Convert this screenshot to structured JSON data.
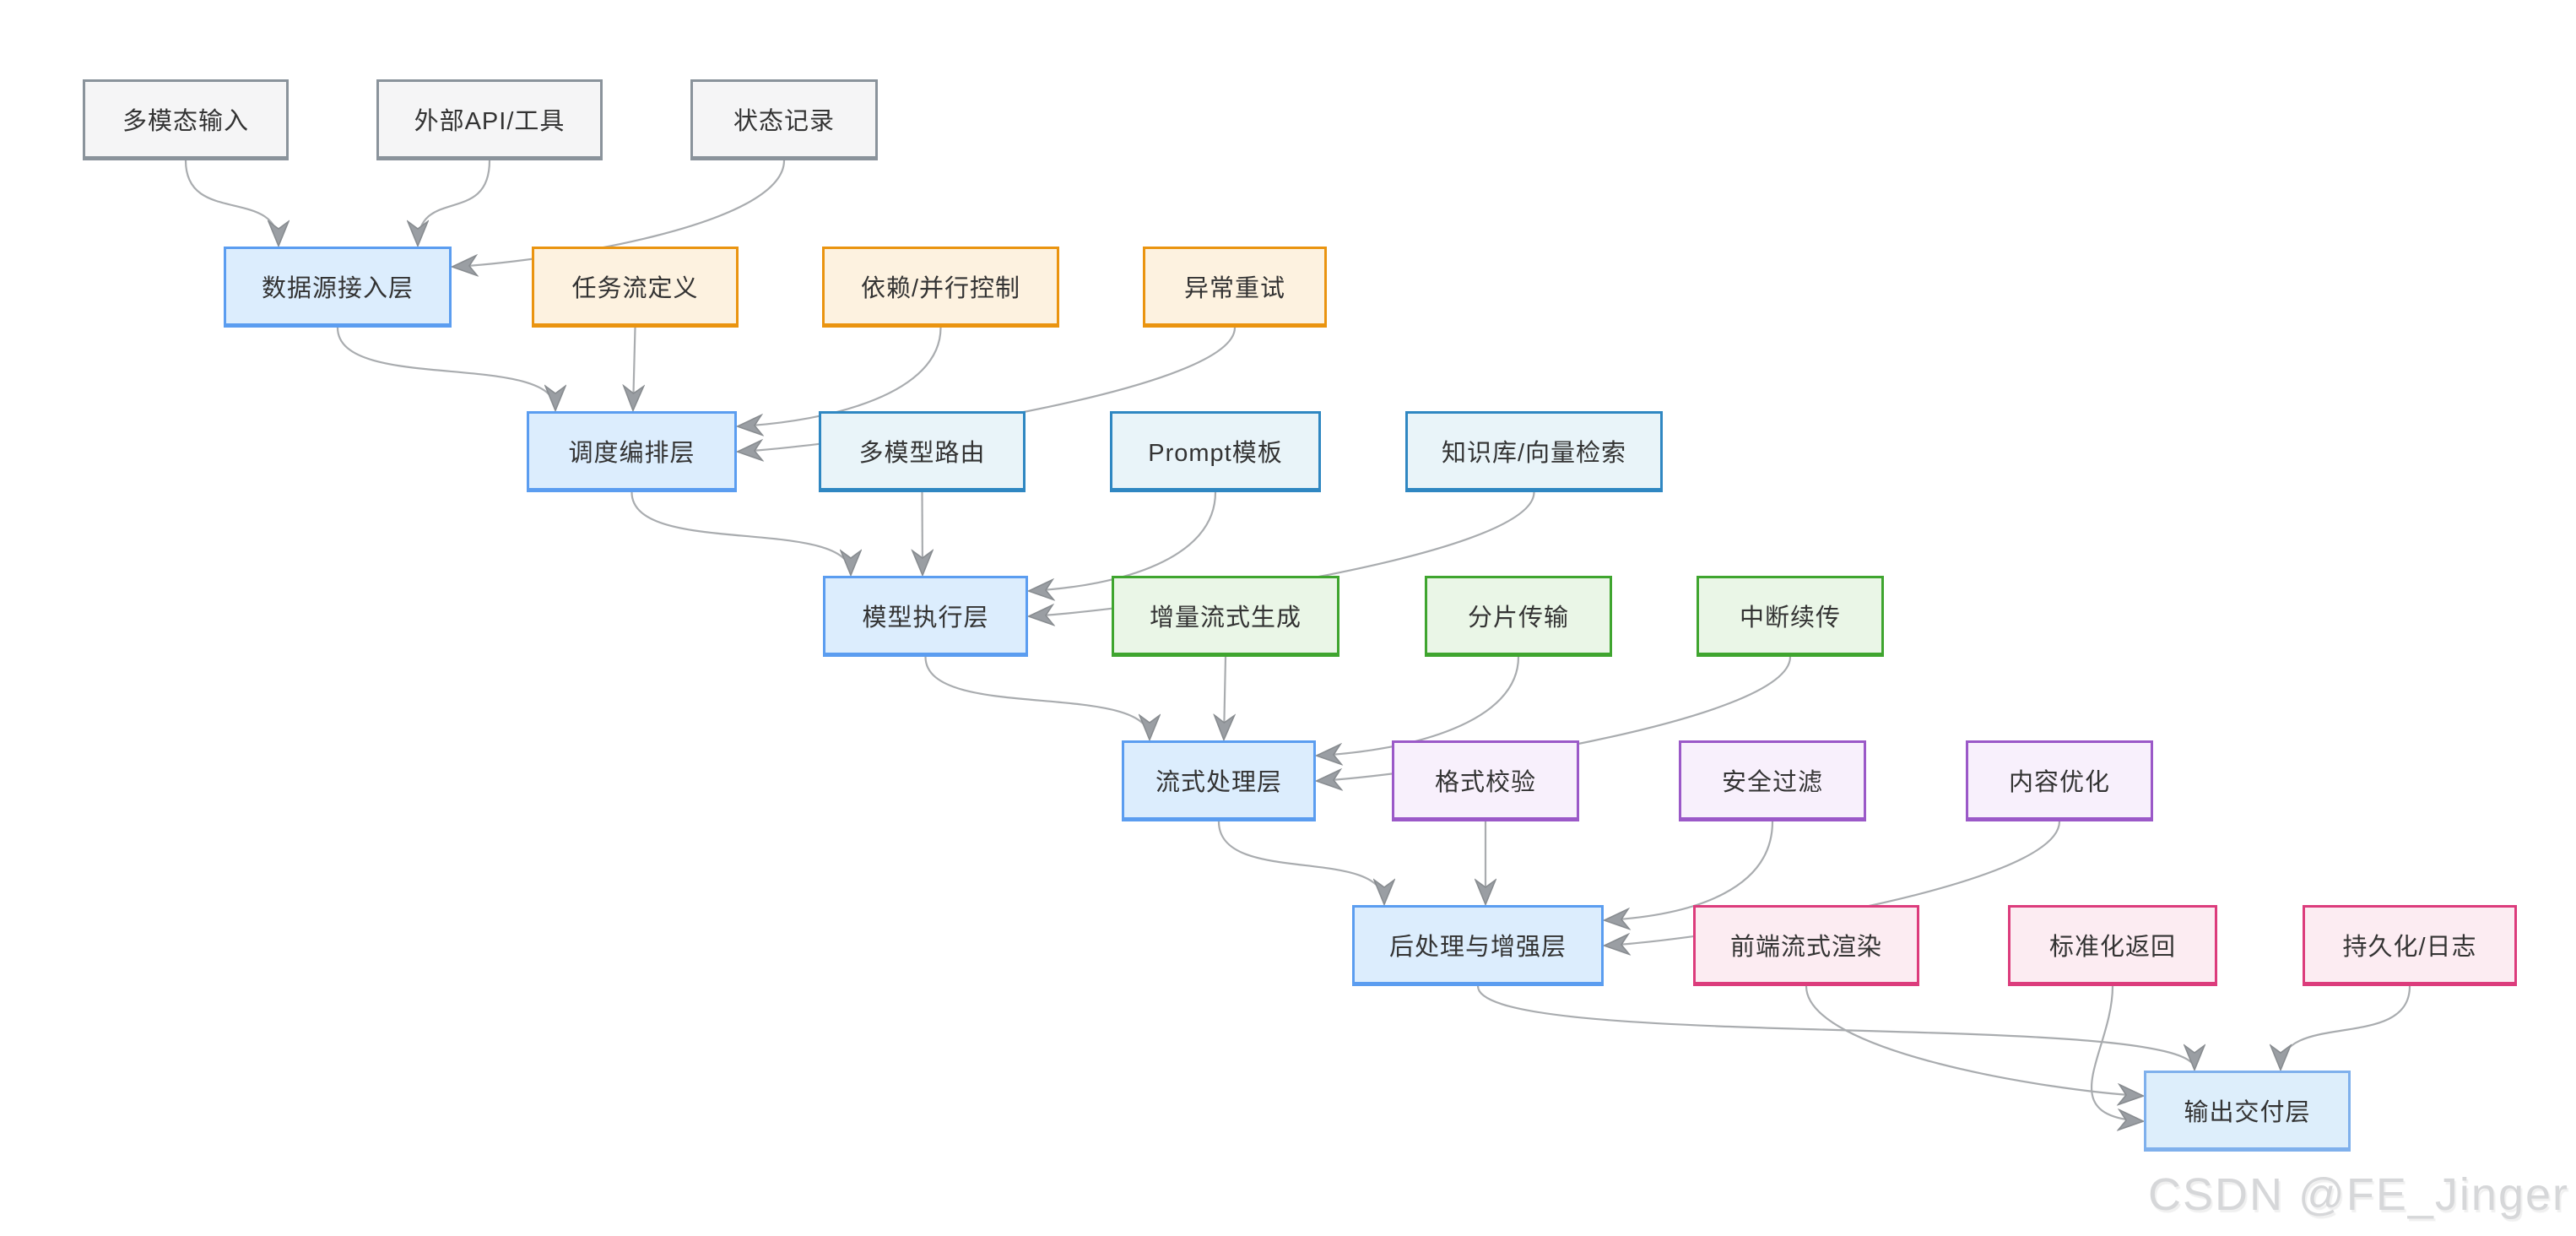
{
  "diagram": {
    "nodes": [
      {
        "id": "multimodal_input",
        "label": "多模态输入",
        "type": "source"
      },
      {
        "id": "external_api",
        "label": "外部API/工具",
        "type": "source"
      },
      {
        "id": "state_record",
        "label": "状态记录",
        "type": "source"
      },
      {
        "id": "ingest_layer",
        "label": "数据源接入层",
        "type": "layer"
      },
      {
        "id": "taskflow",
        "label": "任务流定义",
        "type": "orchestration"
      },
      {
        "id": "dependency",
        "label": "依赖/并行控制",
        "type": "orchestration"
      },
      {
        "id": "retry",
        "label": "异常重试",
        "type": "orchestration"
      },
      {
        "id": "scheduler_layer",
        "label": "调度编排层",
        "type": "layer"
      },
      {
        "id": "model_route",
        "label": "多模型路由",
        "type": "model"
      },
      {
        "id": "prompt_template",
        "label": "Prompt模板",
        "type": "model"
      },
      {
        "id": "knowledge",
        "label": "知识库/向量检索",
        "type": "model"
      },
      {
        "id": "executor_layer",
        "label": "模型执行层",
        "type": "layer"
      },
      {
        "id": "incremental",
        "label": "增量流式生成",
        "type": "stream"
      },
      {
        "id": "chunked",
        "label": "分片传输",
        "type": "stream"
      },
      {
        "id": "resume",
        "label": "中断续传",
        "type": "stream"
      },
      {
        "id": "stream_layer",
        "label": "流式处理层",
        "type": "layer"
      },
      {
        "id": "format_check",
        "label": "格式校验",
        "type": "post"
      },
      {
        "id": "safety_filter",
        "label": "安全过滤",
        "type": "post"
      },
      {
        "id": "content_opt",
        "label": "内容优化",
        "type": "post"
      },
      {
        "id": "post_layer",
        "label": "后处理与增强层",
        "type": "layer"
      },
      {
        "id": "frontend_render",
        "label": "前端流式渲染",
        "type": "output"
      },
      {
        "id": "standard_return",
        "label": "标准化返回",
        "type": "output"
      },
      {
        "id": "persist_log",
        "label": "持久化/日志",
        "type": "output"
      },
      {
        "id": "delivery_layer",
        "label": "输出交付层",
        "type": "layer_light"
      }
    ],
    "edges": [
      {
        "from": "multimodal_input",
        "to": "ingest_layer"
      },
      {
        "from": "external_api",
        "to": "ingest_layer"
      },
      {
        "from": "state_record",
        "to": "ingest_layer"
      },
      {
        "from": "ingest_layer",
        "to": "scheduler_layer"
      },
      {
        "from": "taskflow",
        "to": "scheduler_layer"
      },
      {
        "from": "dependency",
        "to": "scheduler_layer"
      },
      {
        "from": "retry",
        "to": "scheduler_layer"
      },
      {
        "from": "scheduler_layer",
        "to": "executor_layer"
      },
      {
        "from": "model_route",
        "to": "executor_layer"
      },
      {
        "from": "prompt_template",
        "to": "executor_layer"
      },
      {
        "from": "knowledge",
        "to": "executor_layer"
      },
      {
        "from": "executor_layer",
        "to": "stream_layer"
      },
      {
        "from": "incremental",
        "to": "stream_layer"
      },
      {
        "from": "chunked",
        "to": "stream_layer"
      },
      {
        "from": "resume",
        "to": "stream_layer"
      },
      {
        "from": "stream_layer",
        "to": "post_layer"
      },
      {
        "from": "format_check",
        "to": "post_layer"
      },
      {
        "from": "safety_filter",
        "to": "post_layer"
      },
      {
        "from": "content_opt",
        "to": "post_layer"
      },
      {
        "from": "post_layer",
        "to": "delivery_layer"
      },
      {
        "from": "frontend_render",
        "to": "delivery_layer"
      },
      {
        "from": "standard_return",
        "to": "delivery_layer"
      },
      {
        "from": "persist_log",
        "to": "delivery_layer"
      }
    ],
    "palette": {
      "source": {
        "fill": "#f5f5f6",
        "border": "#8a939b"
      },
      "layer": {
        "fill": "#dcedfd",
        "border": "#5b9df0"
      },
      "layer_light": {
        "fill": "#ddeefb",
        "border": "#7fb0ec"
      },
      "model": {
        "fill": "#e9f4f9",
        "border": "#2f87c2"
      },
      "orchestration": {
        "fill": "#fdf2e0",
        "border": "#ea9410"
      },
      "stream": {
        "fill": "#eaf6e7",
        "border": "#3fa52f"
      },
      "post": {
        "fill": "#f8f0fc",
        "border": "#9b59c8"
      },
      "output": {
        "fill": "#fcecf2",
        "border": "#dc3c7c"
      },
      "arrow_line": "#a9acaf",
      "arrow_head": "#9a9ea3",
      "text": "#333333",
      "watermark_color": "#d6d7d9"
    },
    "watermark": {
      "text": "CSDN @FE_Jinger"
    }
  }
}
